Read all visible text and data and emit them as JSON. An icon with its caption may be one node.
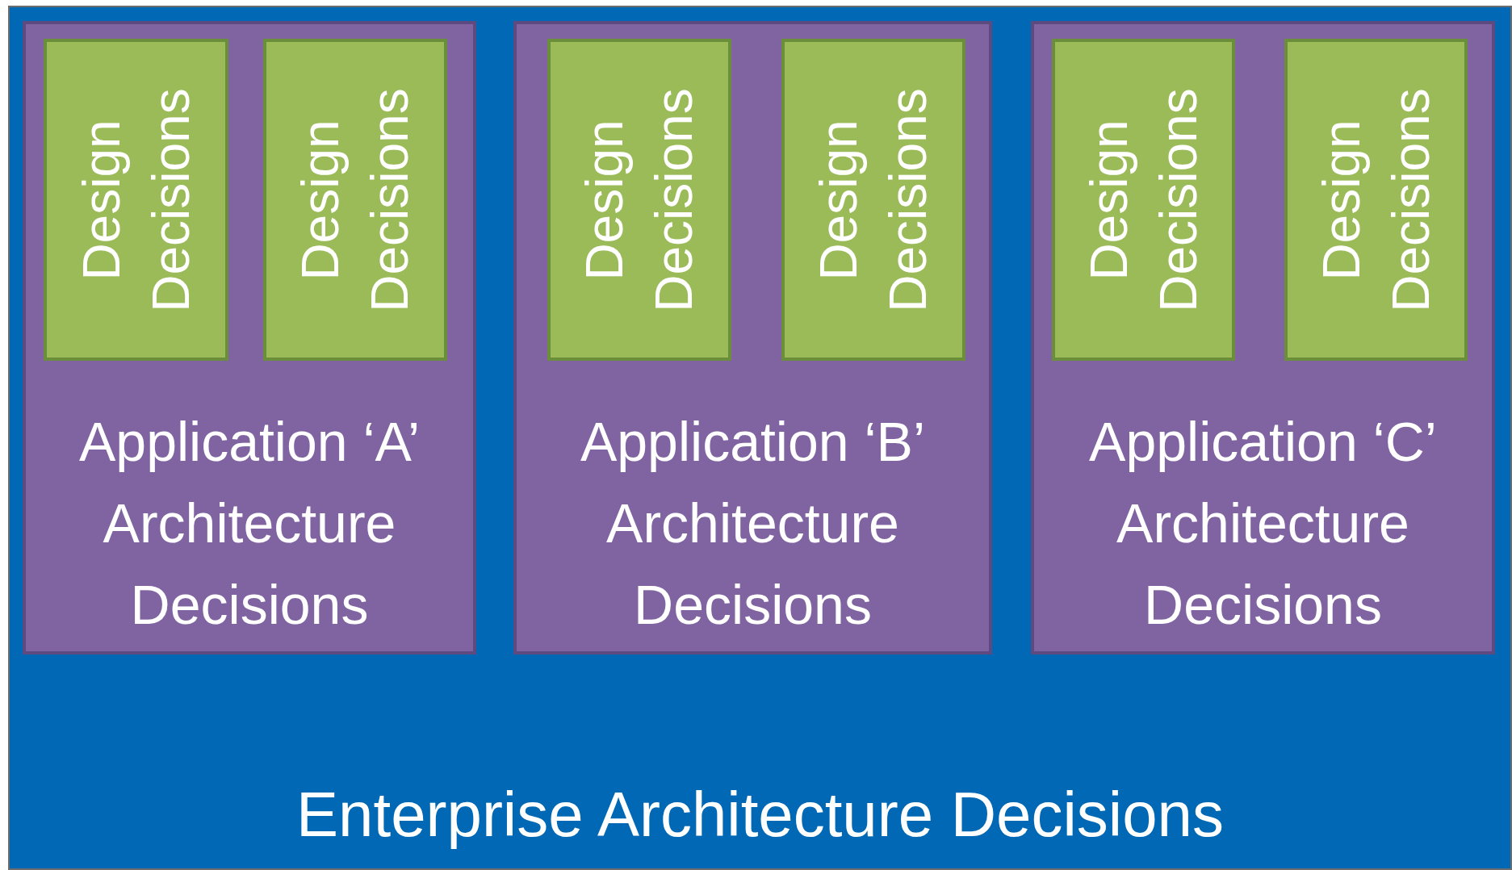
{
  "diagram": {
    "nodes": [
      {
        "text": [
          "Enterprise Architecture Decisions"
        ]
      },
      {
        "text": [
          "Application ‘A’ Architecture Decisions"
        ],
        "in": 0
      },
      {
        "text": [
          "Design Decisions"
        ],
        "in": 1
      },
      {
        "text": [
          "Design Decisions"
        ],
        "in": 1
      },
      {
        "text": [
          "Application ‘B’ Architecture Decisions"
        ],
        "in": 0
      },
      {
        "text": [
          "Design Decisions"
        ],
        "in": 4
      },
      {
        "text": [
          "Design Decisions"
        ],
        "in": 4
      },
      {
        "text": [
          "Application ‘C’ Architecture Decisions"
        ],
        "in": 0
      },
      {
        "text": [
          "Design Decisions"
        ],
        "in": 7
      },
      {
        "text": [
          "Design Decisions"
        ],
        "in": 7
      }
    ]
  }
}
